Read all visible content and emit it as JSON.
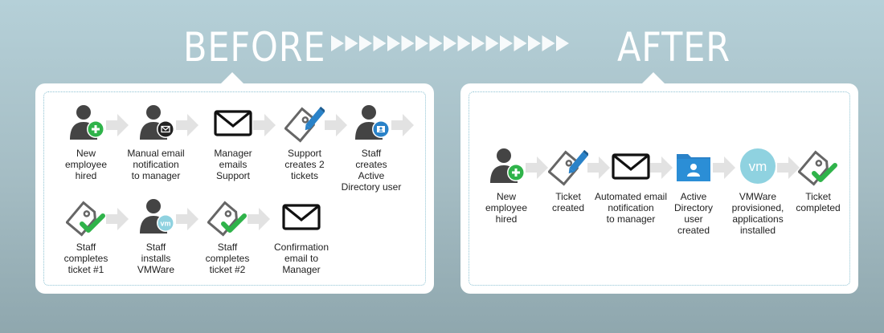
{
  "headings": {
    "before": "BEFORE",
    "after": "AFTER"
  },
  "before": {
    "steps": [
      {
        "icon": "person-add-icon",
        "label": "New\nemployee\nhired"
      },
      {
        "icon": "person-email-icon",
        "label": "Manual email\nnotification\nto manager"
      },
      {
        "icon": "envelope-icon",
        "label": "Manager\nemails\nSupport"
      },
      {
        "icon": "ticket-edit-icon",
        "label": "Support\ncreates 2\ntickets"
      },
      {
        "icon": "person-directory-icon",
        "label": "Staff\ncreates\nActive\nDirectory user"
      },
      {
        "icon": "ticket-check-icon",
        "label": "Staff\ncompletes\nticket #1"
      },
      {
        "icon": "person-vm-icon",
        "label": "Staff\ninstalls\nVMWare"
      },
      {
        "icon": "ticket-check-icon",
        "label": "Staff\ncompletes\nticket #2"
      },
      {
        "icon": "envelope-icon",
        "label": "Confirmation\nemail to\nManager"
      }
    ]
  },
  "after": {
    "steps": [
      {
        "icon": "person-add-icon",
        "label": "New\nemployee\nhired"
      },
      {
        "icon": "ticket-edit-icon",
        "label": "Ticket\ncreated"
      },
      {
        "icon": "envelope-icon",
        "label": "Automated email\nnotification\nto manager"
      },
      {
        "icon": "folder-user-icon",
        "label": "Active\nDirectory\nuser\ncreated"
      },
      {
        "icon": "vm-circle-icon",
        "label": "VMWare\nprovisioned,\napplications\ninstalled"
      },
      {
        "icon": "ticket-check-icon",
        "label": "Ticket\ncompleted"
      }
    ]
  },
  "colors": {
    "accent_green": "#2fb34a",
    "accent_blue": "#2a82c8",
    "person_gray": "#444444",
    "arrow_gray": "#e2e2e2",
    "vm_teal": "#8fd2e0"
  }
}
